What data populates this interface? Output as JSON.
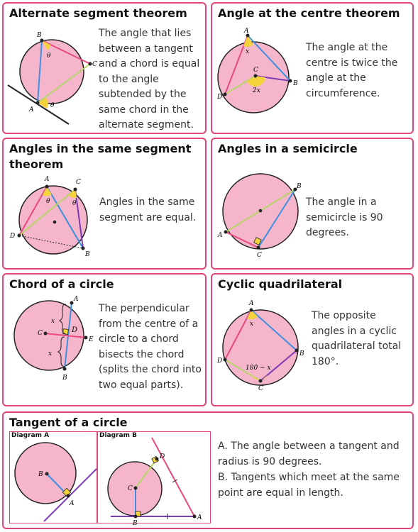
{
  "cards": {
    "alternate_segment": {
      "title": "Alternate segment theorem",
      "description": "The angle that lies between a tangent and a chord is equal to the angle subtended by the same chord in the alternate segment.",
      "labels": {
        "B": "B",
        "C": "C",
        "A": "A",
        "theta1": "θ",
        "theta2": "θ"
      }
    },
    "angle_centre": {
      "title": "Angle at the centre theorem",
      "description": "The angle at the centre is twice the angle at the circumference.",
      "labels": {
        "A": "A",
        "B": "B",
        "C": "C",
        "D": "D",
        "x": "x",
        "two_x": "2x"
      }
    },
    "same_segment": {
      "title_line1": "Angles in the same segment",
      "title_line2": "theorem",
      "description": "Angles in the same segment are equal.",
      "labels": {
        "A": "A",
        "B": "B",
        "C": "C",
        "D": "D",
        "theta1": "θ",
        "theta2": "θ"
      }
    },
    "semicircle": {
      "title": "Angles in a semicircle",
      "description": "The angle in a semicircle is 90 degrees.",
      "labels": {
        "A": "A",
        "B": "B",
        "C": "C"
      }
    },
    "chord": {
      "title": "Chord of a circle",
      "description": "The perpendicular from the centre of a circle to a chord bisects the chord (splits the chord into two equal parts).",
      "labels": {
        "A": "A",
        "B": "B",
        "C": "C",
        "D": "D",
        "E": "E",
        "x1": "x",
        "x2": "x"
      }
    },
    "cyclic": {
      "title": "Cyclic quadrilateral",
      "description": "The opposite angles in a cyclic quadrilateral total 180°.",
      "labels": {
        "A": "A",
        "B": "B",
        "C": "C",
        "D": "D",
        "x": "x",
        "one_eighty_minus_x": "180 − x"
      }
    },
    "tangent": {
      "title": "Tangent of a circle",
      "diagram_a_label": "Diagram A",
      "diagram_b_label": "Diagram B",
      "description_a": "A. The angle between a tangent and radius is 90 degrees.",
      "description_b": "B. Tangents which meet at the same point are equal in length.",
      "labels_a": {
        "A": "A",
        "B": "B"
      },
      "labels_b": {
        "A": "A",
        "B": "B",
        "C": "C",
        "D": "D"
      }
    }
  },
  "colors": {
    "border": "#e0457b",
    "circle_fill": "#f5b6cb",
    "pink_line": "#e84a7f",
    "blue_line": "#3d8fe0",
    "green_line": "#b7d46a",
    "purple_line": "#7b3bb5",
    "angle_yellow": "#f4d23c"
  }
}
